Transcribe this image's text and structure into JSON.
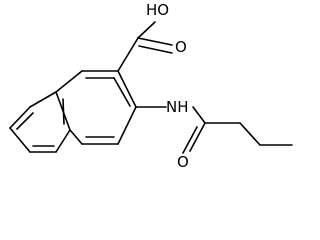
{
  "molecule": {
    "labels": {
      "hydroxyl": "HO",
      "carbonyl_oxygen_acid": "O",
      "amide_nh": "NH",
      "carbonyl_oxygen_amide": "O"
    }
  },
  "colors": {
    "bond": "#000000",
    "background": "#ffffff"
  }
}
